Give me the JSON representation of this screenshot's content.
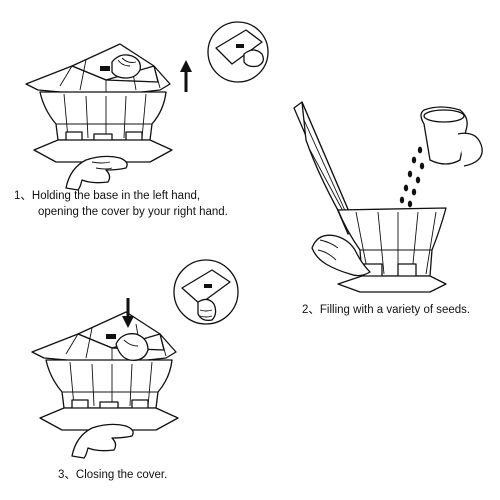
{
  "steps": [
    {
      "number": "1",
      "text_line1": "、Holding the base in the left hand,",
      "text_line2": "opening the cover by your right hand."
    },
    {
      "number": "2",
      "text_line1": "、Filling with a variety of seeds."
    },
    {
      "number": "3",
      "text_line1": "、Closing the cover."
    }
  ],
  "arrows": {
    "step1": "up",
    "step3": "down"
  },
  "colors": {
    "line": "#111111",
    "background": "#ffffff"
  }
}
